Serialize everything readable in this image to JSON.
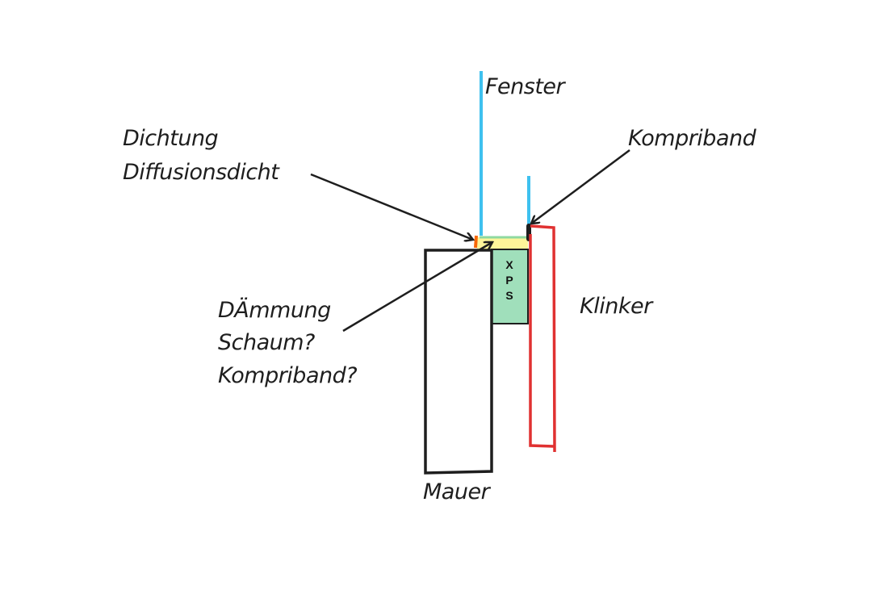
{
  "labels": {
    "fenster": "Fenster",
    "dichtung_line1": "Dichtung",
    "dichtung_line2": "Diffusionsdicht",
    "kompriband": "Kompriband",
    "klinker": "Klinker",
    "daemmung_line1": "DÄmmung",
    "daemmung_line2": "Schaum?",
    "daemmung_line3": "Kompriband?",
    "mauer": "Mauer",
    "xps_letters": [
      "X",
      "P",
      "S"
    ]
  },
  "colors": {
    "window": "#3ec1ef",
    "brick": "#e03131",
    "xps_fill": "#a0dfbb",
    "seal_fill": "#fff59a",
    "seal_edge": "#f76707",
    "stroke": "#1e1e1e"
  }
}
